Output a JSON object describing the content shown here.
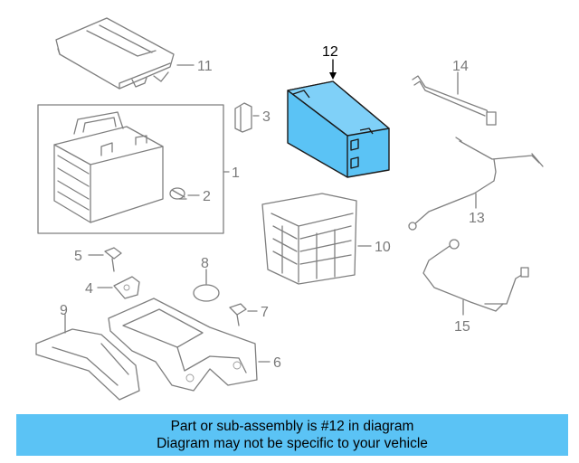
{
  "diagram": {
    "highlight_color": "#5bc3f5",
    "callouts": [
      {
        "id": "1",
        "label": "1"
      },
      {
        "id": "2",
        "label": "2"
      },
      {
        "id": "3",
        "label": "3"
      },
      {
        "id": "4",
        "label": "4"
      },
      {
        "id": "5",
        "label": "5"
      },
      {
        "id": "6",
        "label": "6"
      },
      {
        "id": "7",
        "label": "7"
      },
      {
        "id": "8",
        "label": "8"
      },
      {
        "id": "9",
        "label": "9"
      },
      {
        "id": "10",
        "label": "10"
      },
      {
        "id": "11",
        "label": "11"
      },
      {
        "id": "12",
        "label": "12",
        "highlighted": true
      },
      {
        "id": "13",
        "label": "13"
      },
      {
        "id": "14",
        "label": "14"
      },
      {
        "id": "15",
        "label": "15"
      }
    ]
  },
  "banner": {
    "line1": "Part or sub-assembly is #12 in diagram",
    "line2": "Diagram may not be specific to your vehicle",
    "background": "#5bc3f5"
  }
}
